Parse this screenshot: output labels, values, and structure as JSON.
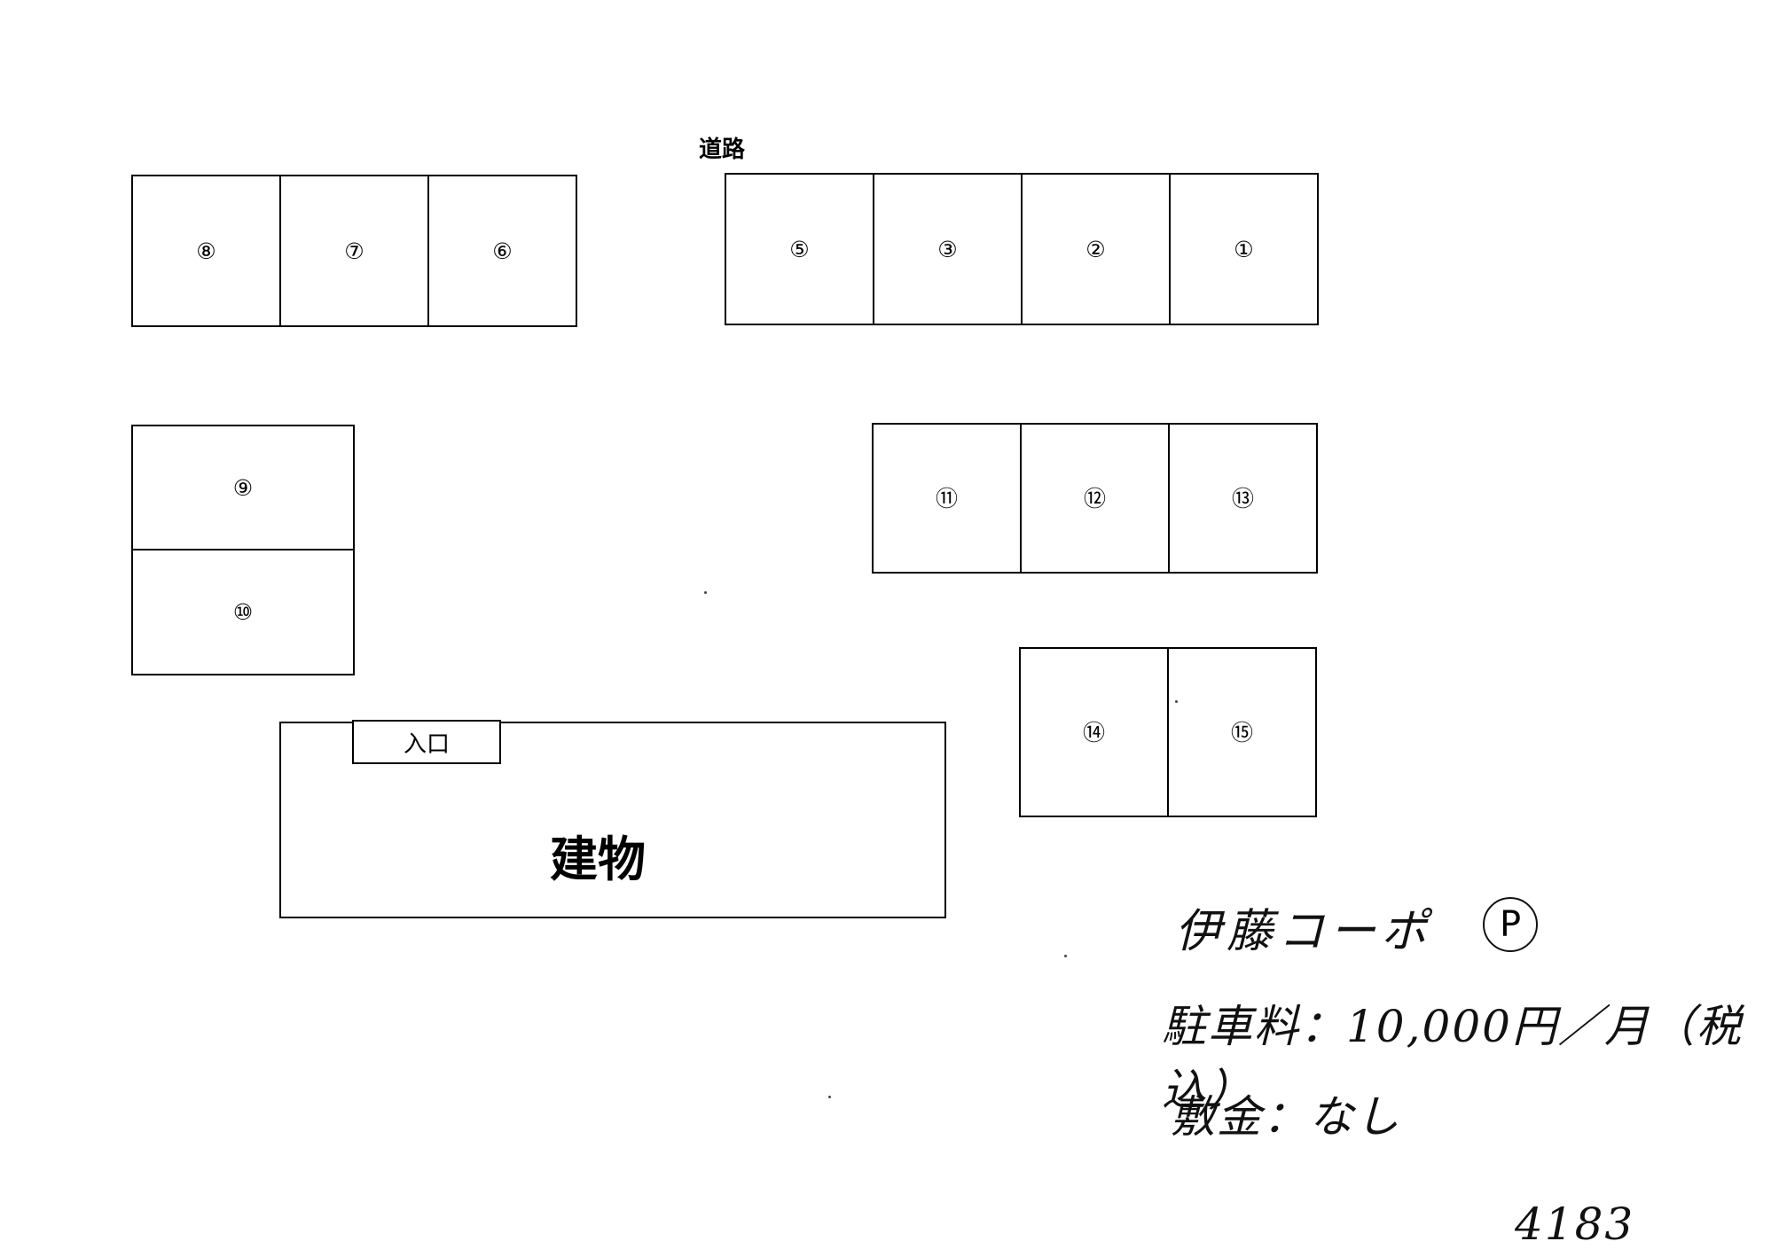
{
  "road_label": "道路",
  "spaces": [
    {
      "id": "8",
      "label": "⑧"
    },
    {
      "id": "7",
      "label": "⑦"
    },
    {
      "id": "6",
      "label": "⑥"
    },
    {
      "id": "5",
      "label": "⑤"
    },
    {
      "id": "3",
      "label": "③"
    },
    {
      "id": "2",
      "label": "②"
    },
    {
      "id": "1",
      "label": "①"
    },
    {
      "id": "9",
      "label": "⑨"
    },
    {
      "id": "10",
      "label": "⑩"
    },
    {
      "id": "11",
      "label": "⑪"
    },
    {
      "id": "12",
      "label": "⑫"
    },
    {
      "id": "13",
      "label": "⑬"
    },
    {
      "id": "14",
      "label": "⑭"
    },
    {
      "id": "15",
      "label": "⑮"
    }
  ],
  "building": {
    "label": "建物",
    "entrance_label": "入口"
  },
  "notes": {
    "title": "伊藤コーポ",
    "parking_symbol": "P",
    "fee": "駐車料：10,000円／月（税込）",
    "deposit": "敷金：なし",
    "code": "4183"
  }
}
